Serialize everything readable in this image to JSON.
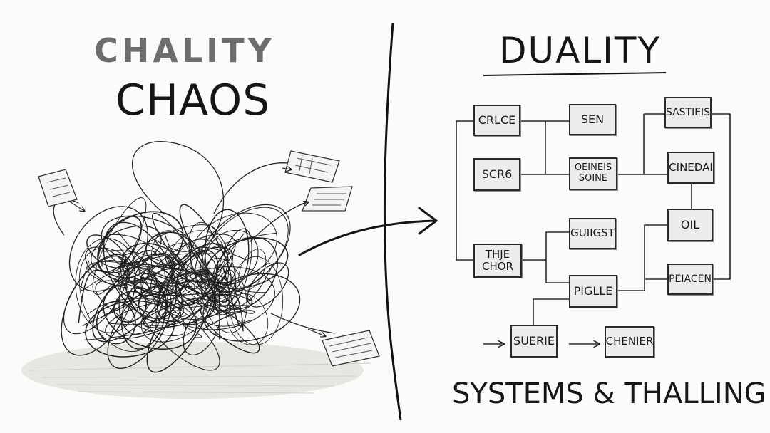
{
  "left": {
    "title_top": "CHALITY",
    "title_bottom": "CHAOS"
  },
  "right": {
    "title": "DUALITY",
    "footer": "SYSTEMS & THALLING",
    "nodes": [
      {
        "id": "n1",
        "label": "CRLCE"
      },
      {
        "id": "n2",
        "label": "SEN"
      },
      {
        "id": "n3",
        "label": "SASTIEIS"
      },
      {
        "id": "n4",
        "label": "SCR6"
      },
      {
        "id": "n5",
        "label": "OEINEIS\nSOINE"
      },
      {
        "id": "n6",
        "label": "CINEÐAI"
      },
      {
        "id": "n7",
        "label": "GUIIGST"
      },
      {
        "id": "n8",
        "label": "OIL"
      },
      {
        "id": "n9",
        "label": "THJE\nCHOR"
      },
      {
        "id": "n10",
        "label": "PEIACEN"
      },
      {
        "id": "n11",
        "label": "PIGLLE"
      },
      {
        "id": "n12",
        "label": "SUERIE"
      },
      {
        "id": "n13",
        "label": "CHENIER"
      }
    ]
  },
  "colors": {
    "ink": "#1c1c1c",
    "box_fill": "#ececec",
    "title_grey": "#6d6d6d",
    "paper": "#fbfbf9"
  }
}
